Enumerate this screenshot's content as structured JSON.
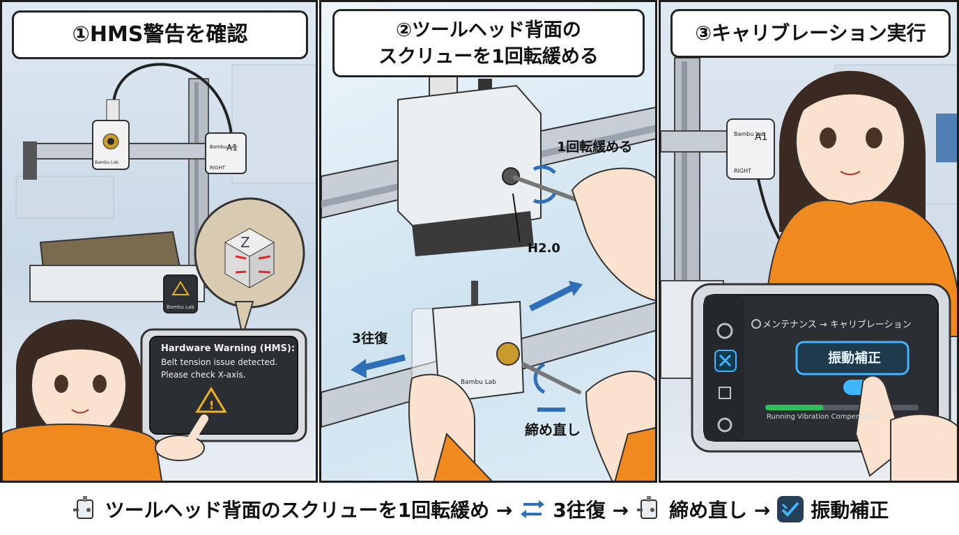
{
  "panel1": {
    "title": "①HMS警告を確認",
    "printer_head_label": "Bambu Lab",
    "side_box_label": "Bambu Lab",
    "side_box_model": "A1",
    "side_box_right": "RIGHT",
    "small_screen_label": "Bambu Lab",
    "screen_heading": "Hardware Warning (HMS):",
    "screen_line1": "Belt tension issue detected.",
    "screen_line2": "Please check X-axis.",
    "cube_letter": "Z"
  },
  "panel2": {
    "title_line1": "②ツールヘッド背面の",
    "title_line2": "スクリューを1回転緩める",
    "loosen_label": "1回転緩める",
    "tool_label": "H2.0",
    "reps_label": "3往復",
    "retighten_label": "締め直し",
    "head_label": "Bambu Lab"
  },
  "panel3": {
    "title": "③キャリブレーション実行",
    "side_box_label": "Bambu Lab",
    "side_box_model": "A1",
    "side_box_right": "RIGHT",
    "breadcrumb": "メンテナンス → キャリブレーション",
    "button_label": "振動補正",
    "status_text": "Running Vibration Compensation",
    "progress": 0.38
  },
  "bottom_bar": {
    "step1": "ツールヘッド背面のスクリューを1回転緩め →",
    "step2": "3往復 →",
    "step3": "締め直し →",
    "step4": "振動補正"
  },
  "colors": {
    "accent_orange": "#f08a1f",
    "arrow_blue": "#2d6fb8",
    "warning_yellow": "#f2b21b",
    "screen_dark": "#2b2e33",
    "glow_cyan": "#3fb6ff"
  }
}
